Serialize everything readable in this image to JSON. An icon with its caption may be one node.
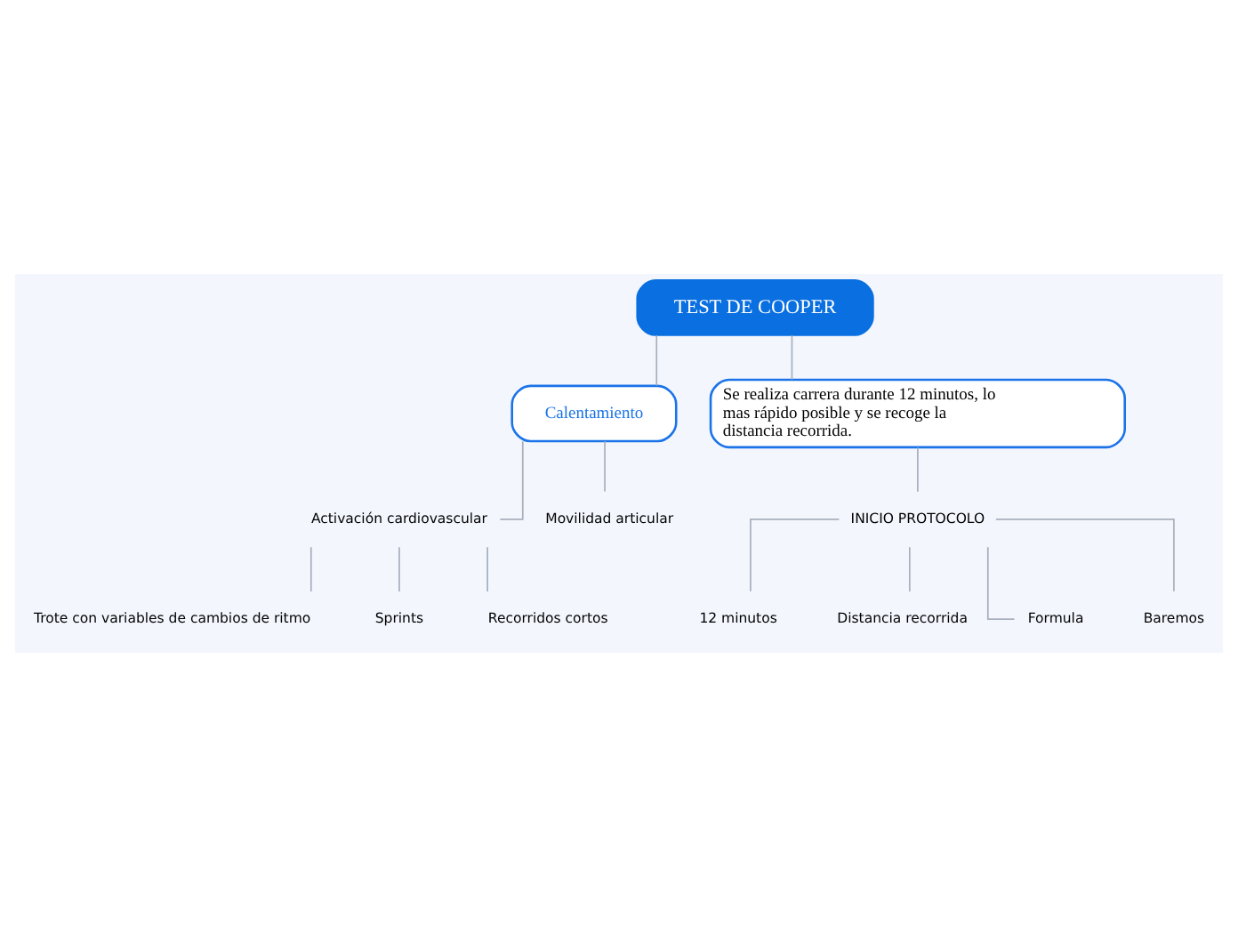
{
  "diagram": {
    "nodes": [
      {
        "text": [
          "TEST DE COOPER"
        ]
      },
      {
        "text": [
          "Calentamiento"
        ]
      },
      {
        "text": [
          "Se realiza carrera durante 12 minutos, lo mas rápido posible y se recoge la distancia recorrida."
        ]
      },
      {
        "text": [
          "Activación cardiovascular"
        ]
      },
      {
        "text": [
          "Movilidad articular"
        ]
      },
      {
        "text": [
          "Trote con variables de cambios de ritmo"
        ]
      },
      {
        "text": [
          "Sprints"
        ]
      },
      {
        "text": [
          "Recorridos cortos"
        ]
      },
      {
        "text": [
          "INICIO PROTOCOLO"
        ]
      },
      {
        "text": [
          "12 minutos"
        ]
      },
      {
        "text": [
          "Distancia recorrida"
        ]
      },
      {
        "text": [
          "Formula"
        ]
      },
      {
        "text": [
          "Baremos"
        ]
      }
    ],
    "edges": [
      {
        "from": 0,
        "to": 1,
        "arrow": "none"
      },
      {
        "from": 0,
        "to": 2,
        "arrow": "none"
      },
      {
        "from": 1,
        "to": 3,
        "arrow": "none"
      },
      {
        "from": 1,
        "to": 4,
        "arrow": "none"
      },
      {
        "from": 3,
        "to": 5,
        "arrow": "none"
      },
      {
        "from": 3,
        "to": 6,
        "arrow": "none"
      },
      {
        "from": 3,
        "to": 7,
        "arrow": "none"
      },
      {
        "from": 2,
        "to": 8,
        "arrow": "none"
      },
      {
        "from": 8,
        "to": 9,
        "arrow": "none"
      },
      {
        "from": 8,
        "to": 10,
        "arrow": "none"
      },
      {
        "from": 8,
        "to": 11,
        "arrow": "none"
      },
      {
        "from": 8,
        "to": 12,
        "arrow": "none"
      }
    ]
  }
}
